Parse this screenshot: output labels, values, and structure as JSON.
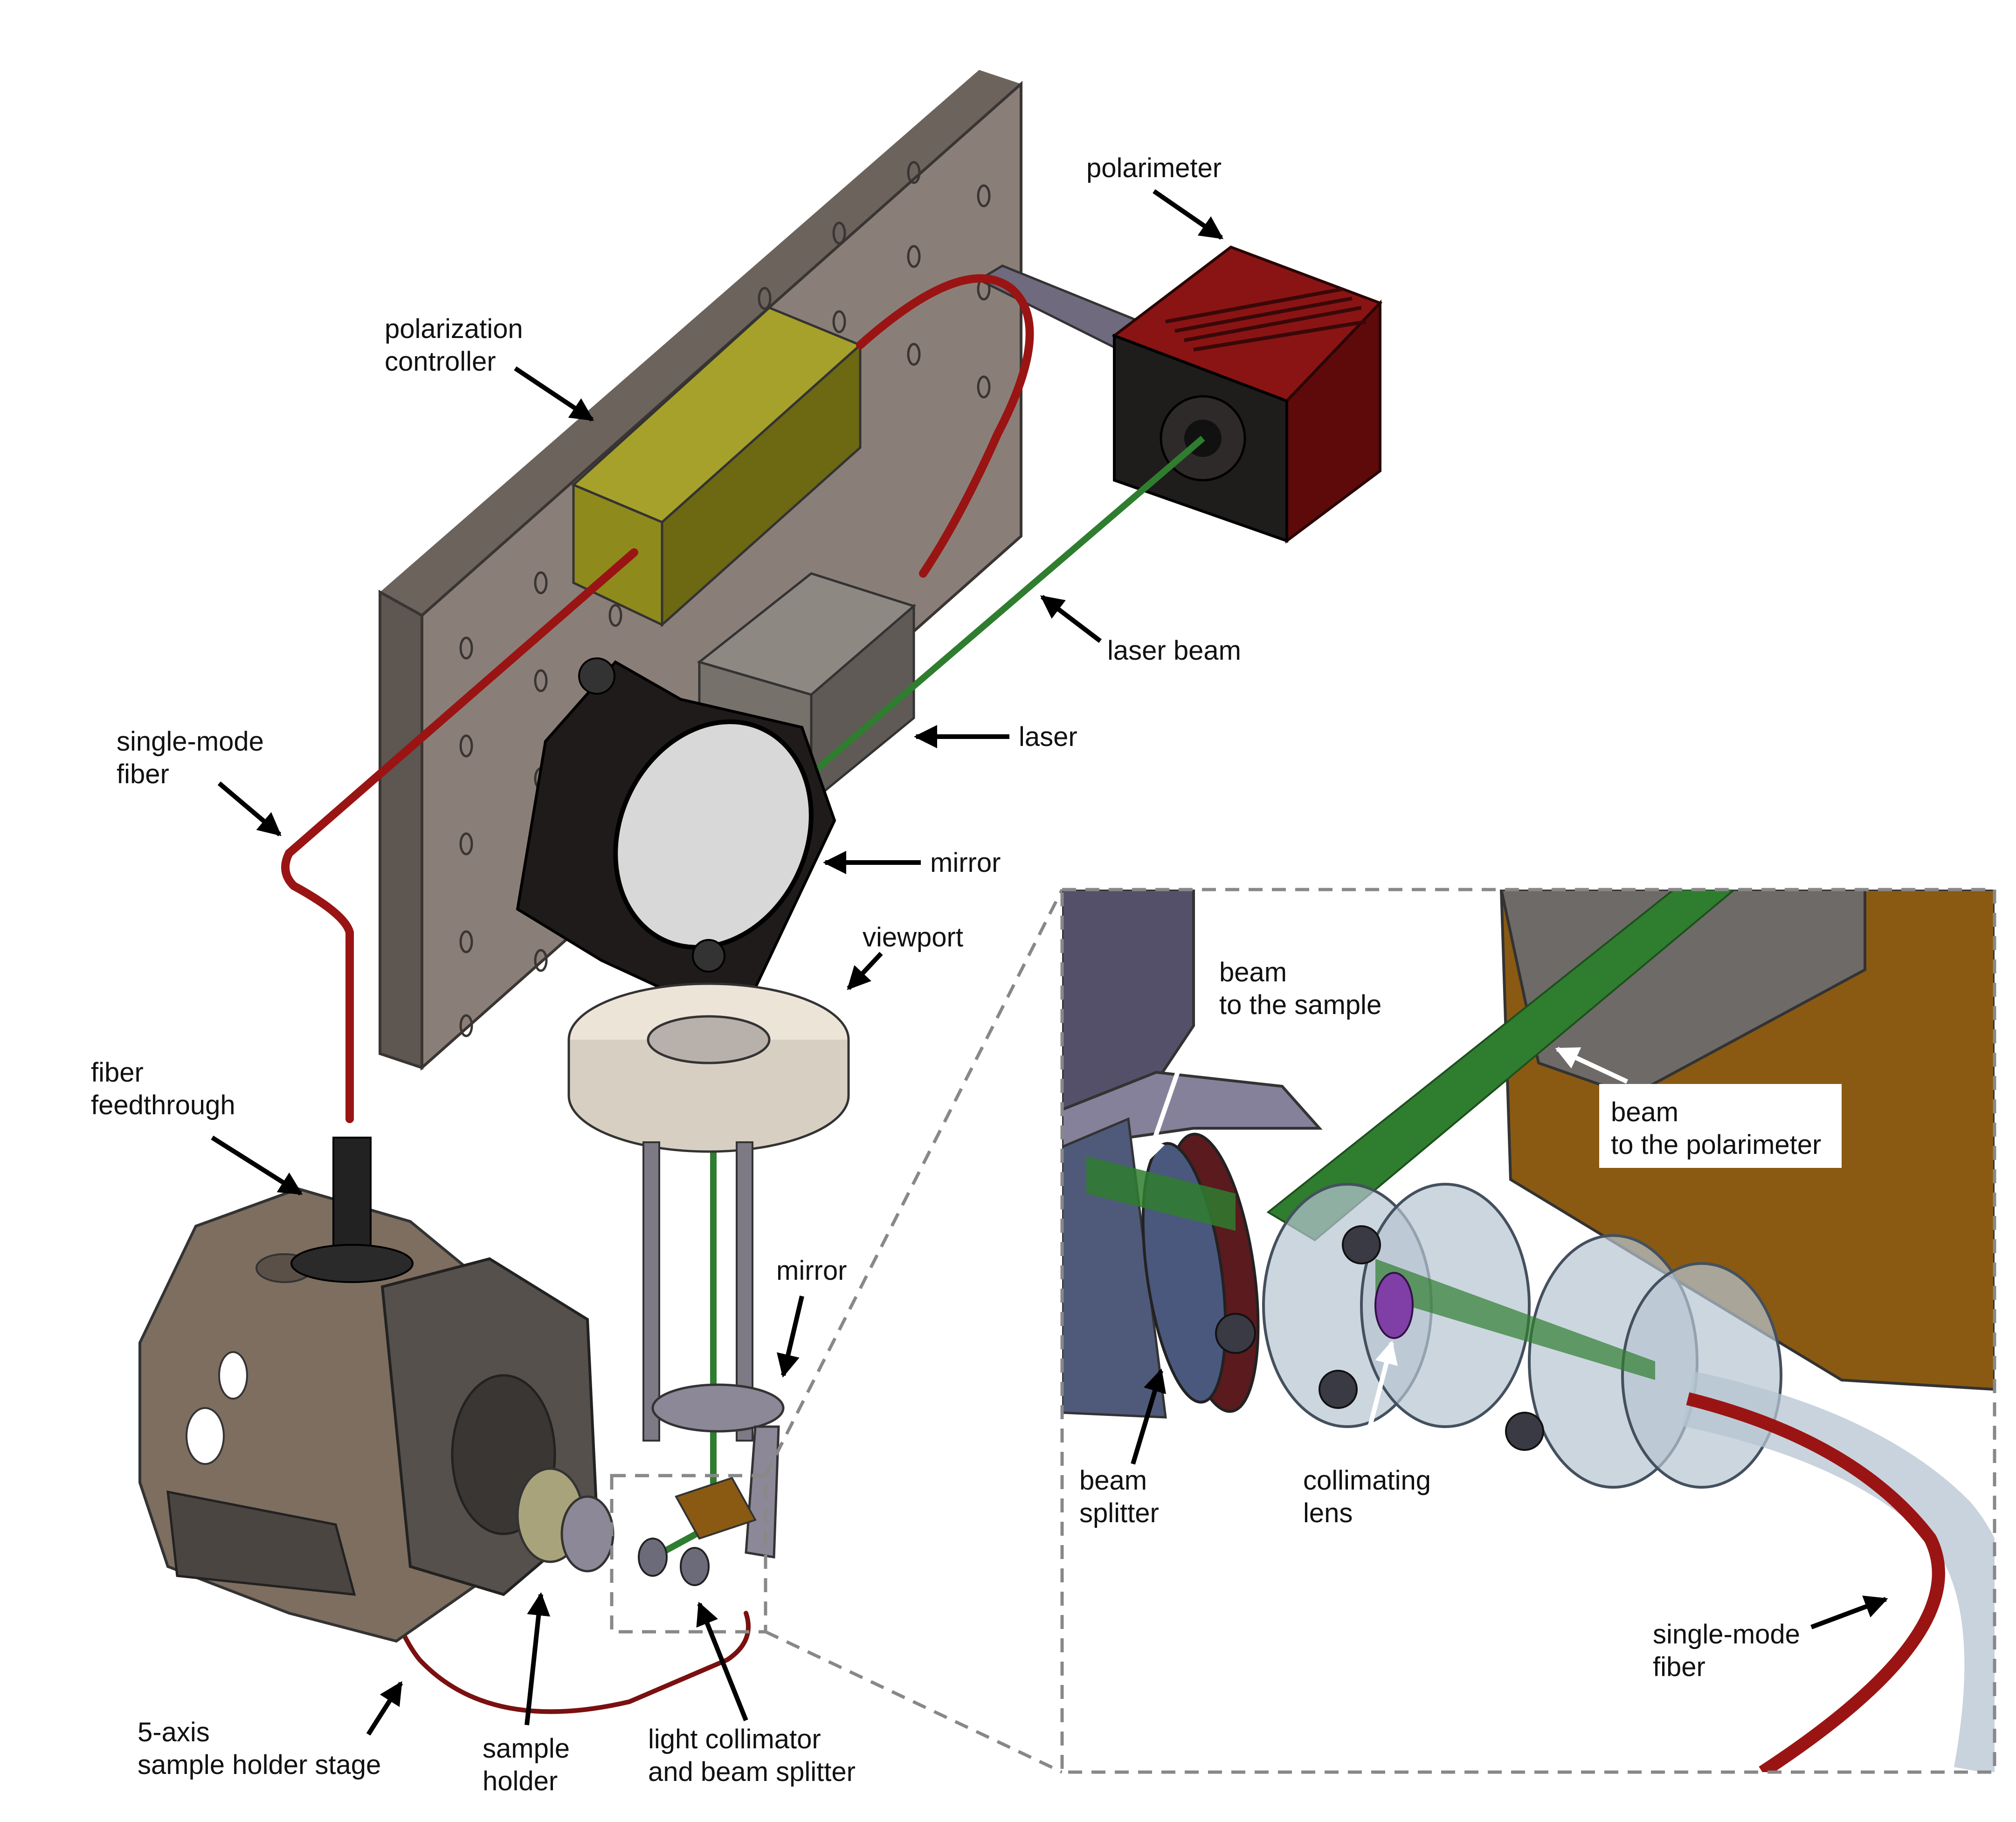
{
  "colors": {
    "background": "#ffffff",
    "breadboard": "#8a7f78",
    "polarization_controller": "#7f7a16",
    "polarimeter_body": "#6b0f0f",
    "polarimeter_face": "#222222",
    "laser_body": "#6a6560",
    "fiber": "#9a1414",
    "laser_beam": "#2f7d2f",
    "mirror_mount": "#1e1b1a",
    "viewport": "#d8cfc3",
    "chamber": "#7d6e60",
    "sample_holder_stage": "#55504c",
    "collimator_glass": "#b6c4d2",
    "collimating_lens": "#7f3fa6",
    "beam_splitter_ring": "#5a1a1e",
    "polarimeter_inset": "#8a5a12",
    "arrow": "#000000",
    "inset_border": "#888888"
  },
  "labels": {
    "polarimeter": "polarimeter",
    "polarization_controller_line1": "polarization",
    "polarization_controller_line2": "controller",
    "laser_beam": "laser beam",
    "laser": "laser",
    "mirror_top": "mirror",
    "viewport": "viewport",
    "single_mode_fiber_line1": "single-mode",
    "single_mode_fiber_line2": "fiber",
    "fiber_feedthrough_line1": "fiber",
    "fiber_feedthrough_line2": "feedthrough",
    "mirror_bottom": "mirror",
    "five_axis_stage_line1": "5-axis",
    "five_axis_stage_line2": "sample holder stage",
    "sample_holder_line1": "sample",
    "sample_holder_line2": "holder",
    "light_collimator_line1": "light collimator",
    "light_collimator_line2": "and beam splitter"
  },
  "inset_labels": {
    "beam_to_sample_line1": "beam",
    "beam_to_sample_line2": "to the sample",
    "beam_to_polarimeter_line1": "beam",
    "beam_to_polarimeter_line2": "to the polarimeter",
    "beam_splitter_line1": "beam",
    "beam_splitter_line2": "splitter",
    "collimating_lens_line1": "collimating",
    "collimating_lens_line2": "lens",
    "single_mode_fiber_line1": "single-mode",
    "single_mode_fiber_line2": "fiber"
  }
}
